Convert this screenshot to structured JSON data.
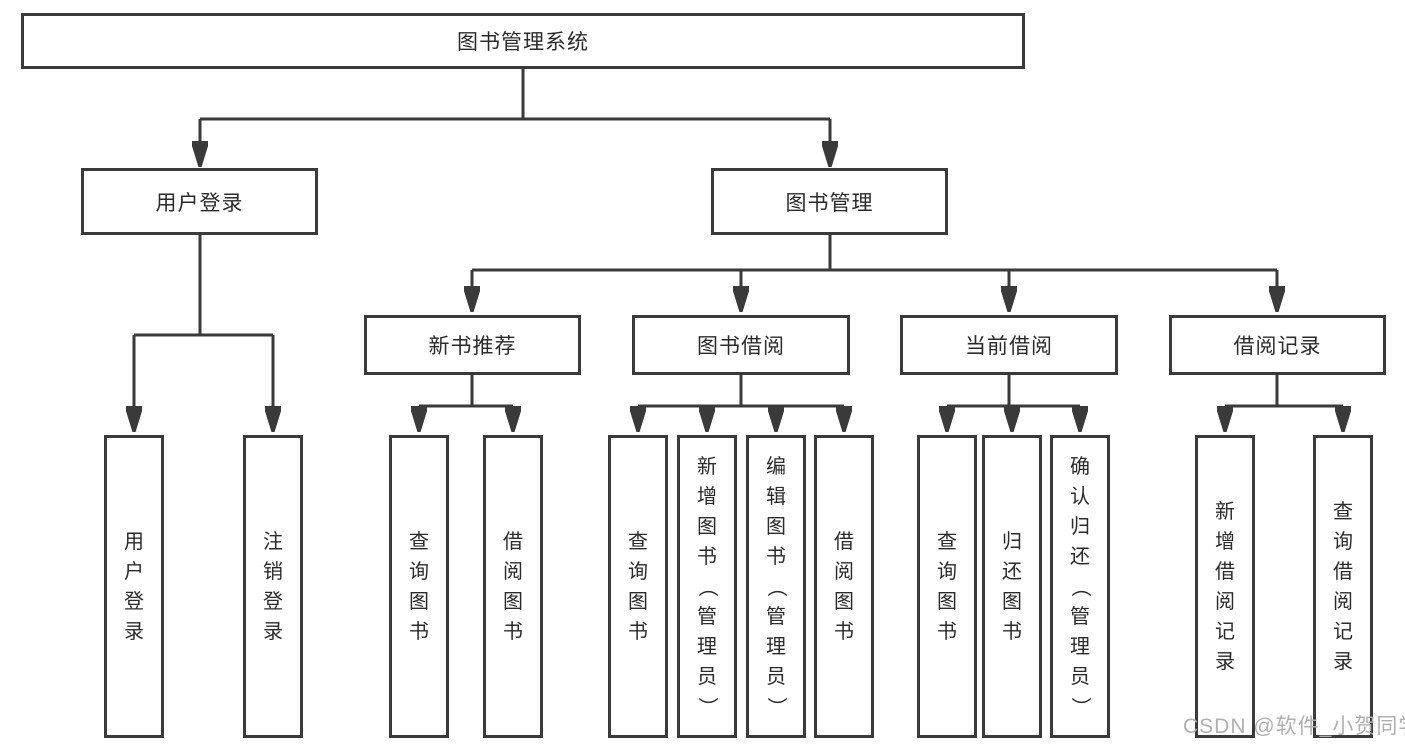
{
  "diagram": {
    "root": {
      "label": "图书管理系统"
    },
    "level2": [
      {
        "label": "用户登录"
      },
      {
        "label": "图书管理"
      }
    ],
    "level3": [
      {
        "label": "新书推荐"
      },
      {
        "label": "图书借阅"
      },
      {
        "label": "当前借阅"
      },
      {
        "label": "借阅记录"
      }
    ],
    "leaves": {
      "user_login": [
        "用户登录",
        "注销登录"
      ],
      "new_book": [
        "查询图书",
        "借阅图书"
      ],
      "book_borrow": [
        "查询图书",
        "新增图书（管理员）",
        "编辑图书（管理员）",
        "借阅图书"
      ],
      "current_borrow": [
        "查询图书",
        "归还图书",
        "确认归还（管理员）"
      ],
      "borrow_records": [
        "新增借阅记录",
        "查询借阅记录"
      ]
    }
  },
  "watermark": {
    "text": "CSDN @软件_小贺同学"
  },
  "colors": {
    "line": "#3a3a3a",
    "text": "#2b2b2b",
    "watermark": "#b0b0b0",
    "background": "#ffffff"
  }
}
